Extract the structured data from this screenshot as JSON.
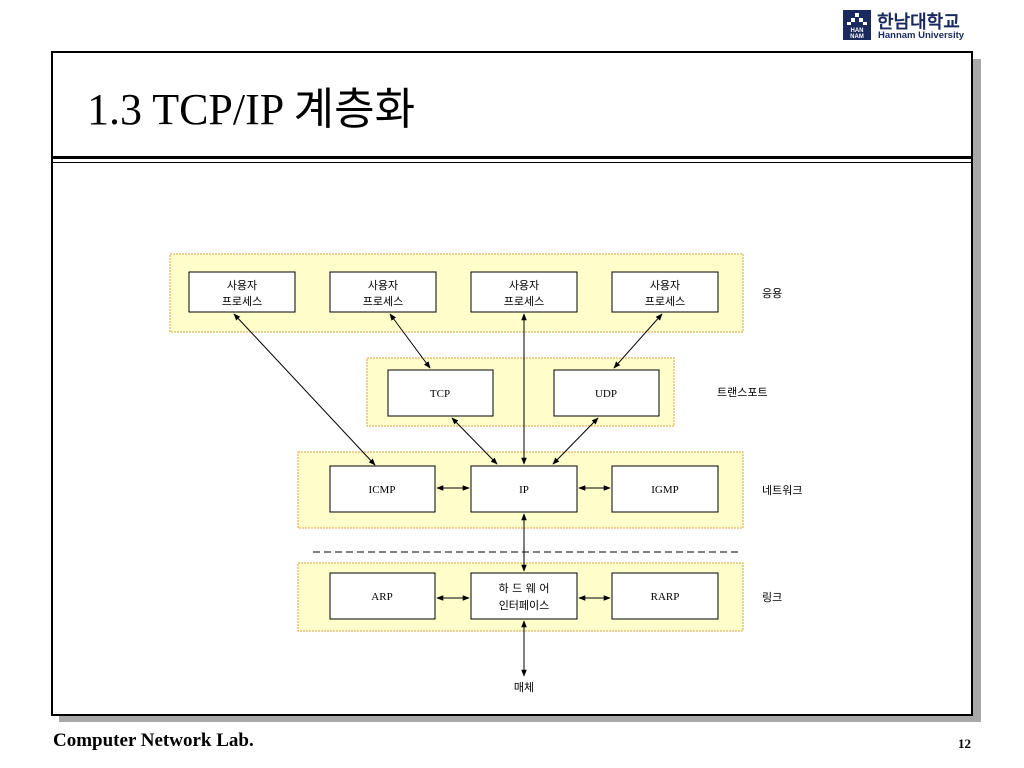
{
  "logo": {
    "name_ko": "한남대학교",
    "name_en": "Hannam University",
    "mark_text_1": "HAN",
    "mark_text_2": "NAM"
  },
  "slide": {
    "title": "1.3 TCP/IP 계층화",
    "page_number": "12"
  },
  "footer": {
    "lab": "Computer Network Lab."
  },
  "diagram": {
    "layers": {
      "application": "응용",
      "transport": "트랜스포트",
      "network": "네트워크",
      "link": "링크"
    },
    "user_process_line1": "사용자",
    "user_process_line2": "프로세스",
    "tcp": "TCP",
    "udp": "UDP",
    "icmp": "ICMP",
    "ip": "IP",
    "igmp": "IGMP",
    "arp": "ARP",
    "rarp": "RARP",
    "hw_line1": "하 드 웨 어",
    "hw_line2": "인터페이스",
    "medium": "매체"
  },
  "colors": {
    "layer_fill": "#ffffcc",
    "layer_border": "#e0a040",
    "logo_blue": "#1a2a5e"
  }
}
